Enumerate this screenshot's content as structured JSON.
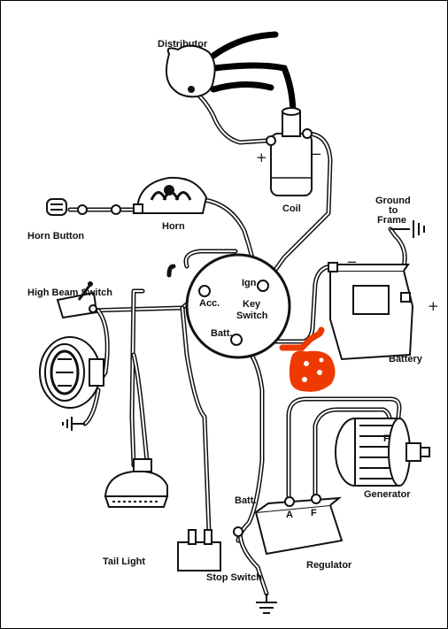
{
  "labels": {
    "distributor": "Distributor",
    "coil": "Coil",
    "horn_button": "Horn Button",
    "horn": "Horn",
    "high_beam_switch": "High Beam Switch",
    "acc": "Acc.",
    "ign": "Ign.",
    "key_switch_line1": "Key",
    "key_switch_line2": "Switch",
    "batt_key": "Batt.",
    "ground_to_frame_line1": "Ground",
    "ground_to_frame_line2": "to",
    "ground_to_frame_line3": "Frame",
    "battery": "Battery",
    "generator": "Generator",
    "batt_regulator": "Batt.",
    "regulator": "Regulator",
    "regulator_a": "A",
    "regulator_f": "F",
    "generator_f": "F",
    "tail_light": "Tail Light",
    "stop_switch": "Stop Switch",
    "coil_plus": "+",
    "coil_minus": "−",
    "battery_minus": "−",
    "battery_plus": "+"
  },
  "colors": {
    "line": "#111111",
    "annotation_marker": "#ee3a00",
    "background": "#ffffff"
  }
}
